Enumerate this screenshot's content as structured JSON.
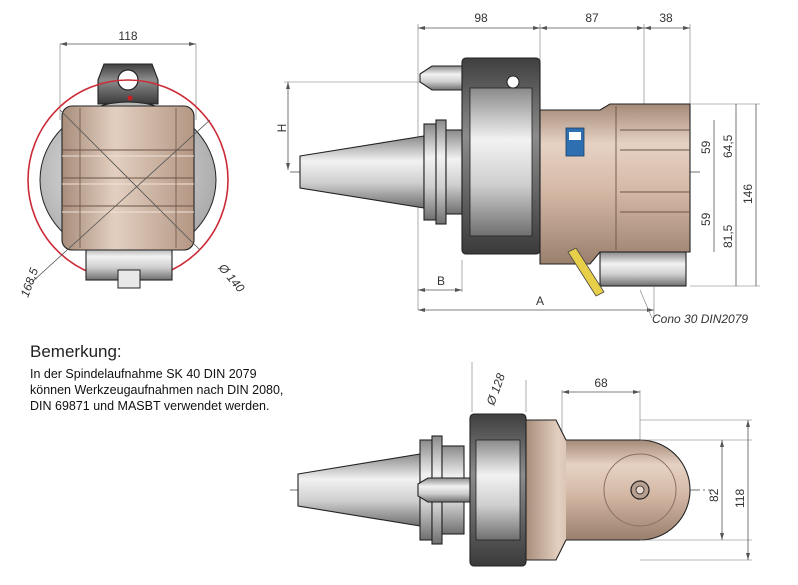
{
  "remark": {
    "title": "Bemerkung:",
    "text": "In der Spindelaufnahme SK 40 DIN 2079 können Werkzeugaufnahmen nach DIN 2080, DIN 69871 und MASBT verwendet werden."
  },
  "front_view": {
    "width": "118",
    "diag_168": "168,5",
    "diam_140": "Ø 140"
  },
  "side_view": {
    "d98": "98",
    "d87": "87",
    "d38": "38",
    "h_label": "H",
    "d59a": "59",
    "d645": "64,5",
    "d146": "146",
    "d59b": "59",
    "d815": "81,5",
    "b_label": "B",
    "a_label": "A",
    "cone_label": "Cono 30 DIN2079"
  },
  "bottom_view": {
    "diam_128": "Ø 128",
    "d68": "68",
    "d82": "82",
    "d118": "118"
  },
  "colors": {
    "body": "#c9ab97",
    "body_light": "#e6d2c4",
    "steel": "#b8b8b8",
    "steel_dark": "#5b5b5b",
    "collar": "#6e6e6e",
    "red_circle": "#cc2a36",
    "badge_blue": "#2d6fb0"
  }
}
